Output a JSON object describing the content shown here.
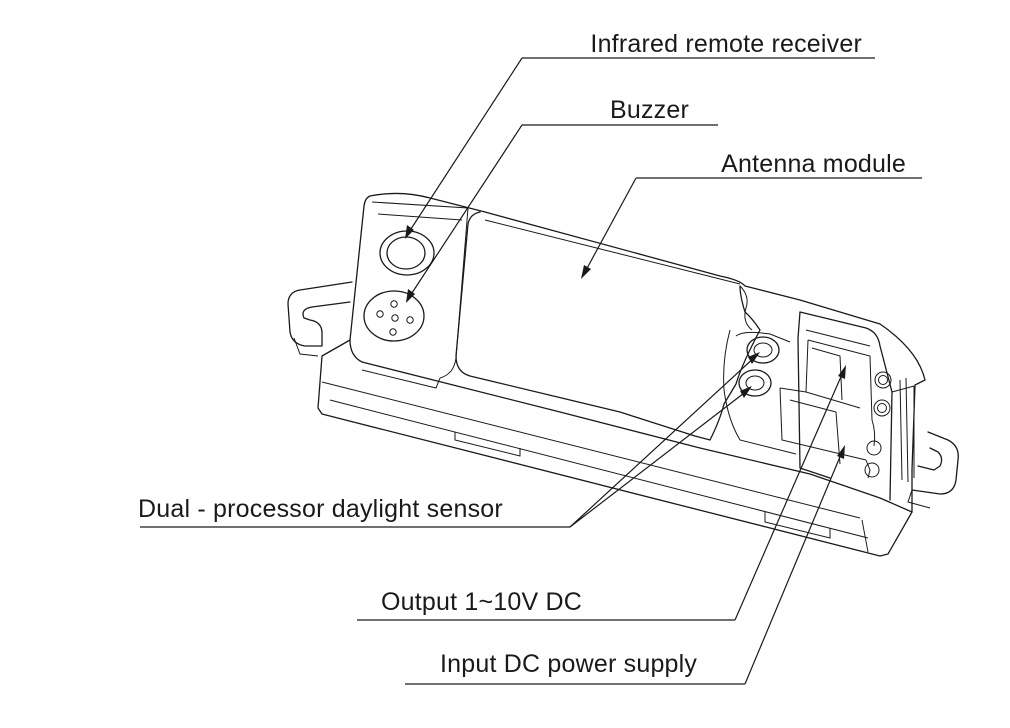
{
  "labels": {
    "infrared": "Infrared remote receiver",
    "buzzer": "Buzzer",
    "antenna": "Antenna module",
    "daylight": "Dual - processor daylight sensor",
    "output": "Output 1~10V DC",
    "input": "Input DC power supply"
  }
}
